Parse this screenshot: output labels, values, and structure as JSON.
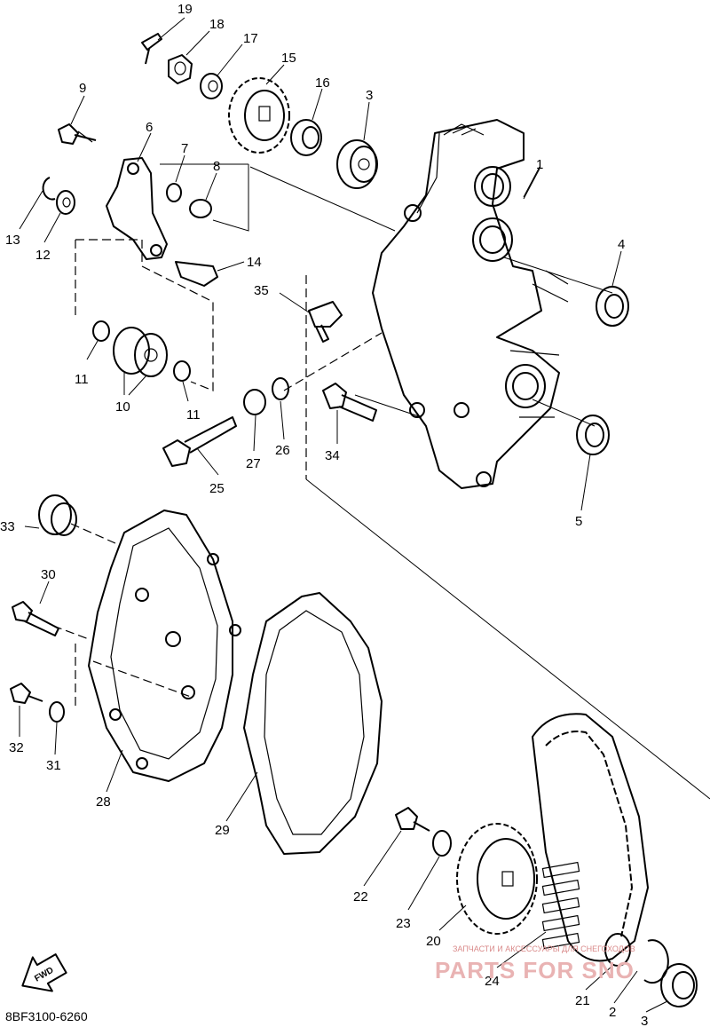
{
  "diagram_code": "8BF3100-6260",
  "fwd_label": "FWD",
  "watermark": {
    "caption": "ЗАПЧАСТИ И АКСЕССУАРЫ ДЛЯ СНЕГОХОДОВ",
    "brand": "PARTS FOR SNO"
  },
  "callouts": {
    "c1": "1",
    "c2": "2",
    "c3a": "3",
    "c3b": "3",
    "c4": "4",
    "c5": "5",
    "c6": "6",
    "c7": "7",
    "c8": "8",
    "c9": "9",
    "c10": "10",
    "c11a": "11",
    "c11b": "11",
    "c12": "12",
    "c13": "13",
    "c14": "14",
    "c15": "15",
    "c16": "16",
    "c17": "17",
    "c18": "18",
    "c19": "19",
    "c20": "20",
    "c21": "21",
    "c22": "22",
    "c23": "23",
    "c24": "24",
    "c25": "25",
    "c26": "26",
    "c27": "27",
    "c28": "28",
    "c29": "29",
    "c30": "30",
    "c31": "31",
    "c32": "32",
    "c33": "33",
    "c34": "34",
    "c35": "35"
  }
}
